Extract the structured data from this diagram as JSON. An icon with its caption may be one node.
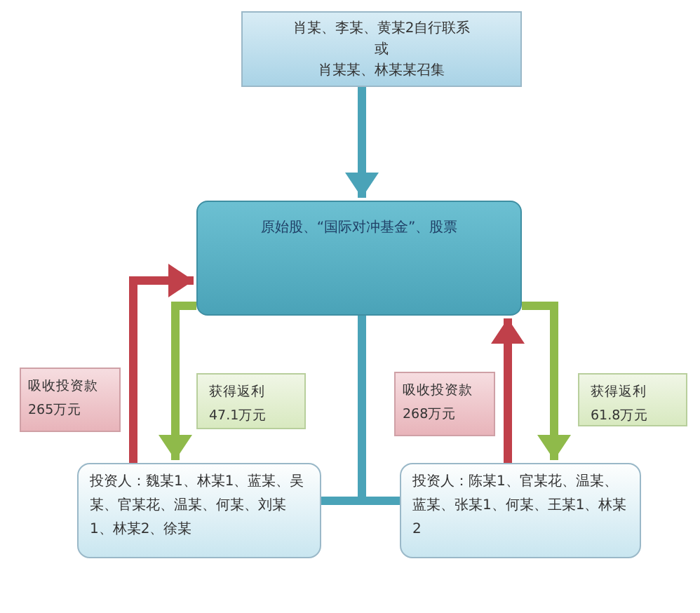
{
  "diagram": {
    "nodes": [
      {
        "text": [
          "肖某、李某、黄某2自行联系",
          "或",
          "肖某某、林某某召集"
        ]
      },
      {
        "text": [
          "原始股、“国际对冲基金”、股票"
        ]
      },
      {
        "text": [
          "吸收投资款265万元"
        ]
      },
      {
        "text": [
          "获得返利47.1万元"
        ]
      },
      {
        "text": [
          "吸收投资款268万元"
        ]
      },
      {
        "text": [
          "获得返利61.8万元"
        ]
      },
      {
        "text": [
          "投资人：魏某1、林某1、蓝某、吴某、官某花、温某、何某、刘某1、林某2、徐某"
        ]
      },
      {
        "text": [
          "投资人：陈某1、官某花、温某、蓝某、张某1、何某、王某1、林某2"
        ]
      }
    ],
    "edges": [
      {
        "from": 0,
        "to": 1,
        "arrow": "to",
        "color": "#4aa3b8"
      },
      {
        "from": 1,
        "to": 6,
        "arrow": "none",
        "color": "#4aa3b8"
      },
      {
        "from": 1,
        "to": 7,
        "arrow": "none",
        "color": "#4aa3b8"
      },
      {
        "from": 6,
        "to": 1,
        "arrow": "to",
        "color": "#c0404a"
      },
      {
        "from": 1,
        "to": 6,
        "arrow": "to",
        "color": "#8fba4a"
      },
      {
        "from": 7,
        "to": 1,
        "arrow": "to",
        "color": "#c0404a"
      },
      {
        "from": 1,
        "to": 7,
        "arrow": "to",
        "color": "#8fba4a"
      }
    ]
  }
}
